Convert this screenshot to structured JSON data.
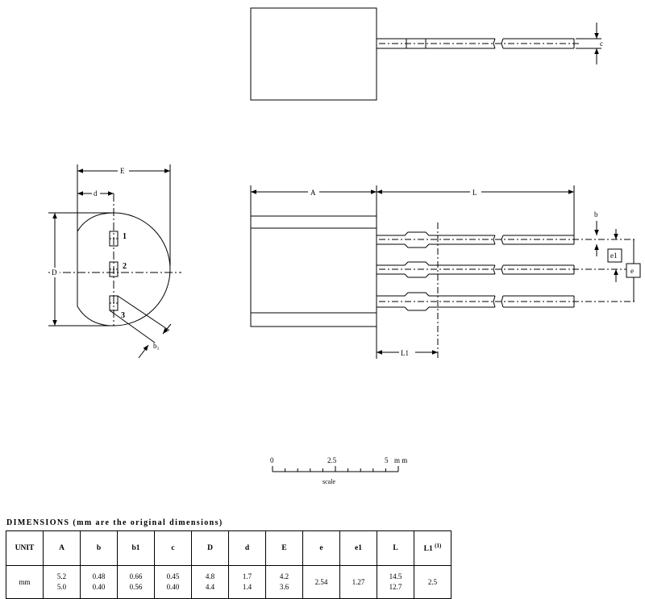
{
  "labels": {
    "c": "c",
    "E": "E",
    "d": "d",
    "D": "D",
    "b1": "b₁",
    "pin1": "1",
    "pin2": "2",
    "pin3": "3",
    "A": "A",
    "L": "L",
    "b": "b",
    "e1": "e1",
    "e": "e",
    "L1": "L1"
  },
  "scale": {
    "tick0": "0",
    "tick1": "2.5",
    "tick2": "5",
    "unit": "m m",
    "caption": "scale"
  },
  "dimensions": {
    "title": "DIMENSIONS",
    "subtitle": "(mm are the original dimensions)",
    "columns": [
      {
        "label": "UNIT",
        "sup": ""
      },
      {
        "label": "A",
        "sup": ""
      },
      {
        "label": "b",
        "sup": ""
      },
      {
        "label": "b1",
        "sup": ""
      },
      {
        "label": "c",
        "sup": ""
      },
      {
        "label": "D",
        "sup": ""
      },
      {
        "label": "d",
        "sup": ""
      },
      {
        "label": "E",
        "sup": ""
      },
      {
        "label": "e",
        "sup": ""
      },
      {
        "label": "e1",
        "sup": ""
      },
      {
        "label": "L",
        "sup": ""
      },
      {
        "label": "L1",
        "sup": "(1)"
      }
    ],
    "row": [
      {
        "max": "mm",
        "min": ""
      },
      {
        "max": "5.2",
        "min": "5.0"
      },
      {
        "max": "0.48",
        "min": "0.40"
      },
      {
        "max": "0.66",
        "min": "0.56"
      },
      {
        "max": "0.45",
        "min": "0.40"
      },
      {
        "max": "4.8",
        "min": "4.4"
      },
      {
        "max": "1.7",
        "min": "1.4"
      },
      {
        "max": "4.2",
        "min": "3.6"
      },
      {
        "max": "2.54",
        "min": ""
      },
      {
        "max": "1.27",
        "min": ""
      },
      {
        "max": "14.5",
        "min": "12.7"
      },
      {
        "max": "2.5",
        "min": ""
      }
    ]
  }
}
